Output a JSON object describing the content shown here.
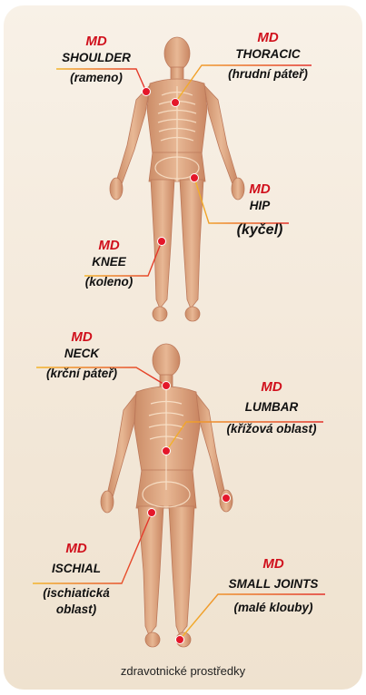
{
  "labels": {
    "shoulder": {
      "md": "MD",
      "name": "SHOULDER",
      "sub": "(rameno)"
    },
    "thoracic": {
      "md": "MD",
      "name": "THORACIC",
      "sub": "(hrudní páteř)"
    },
    "hip": {
      "md": "MD",
      "name": "HIP",
      "sub": "(kyčel)"
    },
    "knee": {
      "md": "MD",
      "name": "KNEE",
      "sub": "(koleno)"
    },
    "neck": {
      "md": "MD",
      "name": "NECK",
      "sub": "(krční páteř)"
    },
    "lumbar": {
      "md": "MD",
      "name": "LUMBAR",
      "sub": "(křížová oblast)"
    },
    "ischial": {
      "md": "MD",
      "name": "ISCHIAL",
      "sub1": "(ischiatická",
      "sub2": "oblast)"
    },
    "small_joints": {
      "md": "MD",
      "name": "SMALL JOINTS",
      "sub": "(malé klouby)"
    }
  },
  "footer": "zdravotnické prostředky",
  "colors": {
    "accent_red": "#d0101c",
    "rule_yellow": "#f3b52b",
    "panel": "#f5ecdf"
  }
}
